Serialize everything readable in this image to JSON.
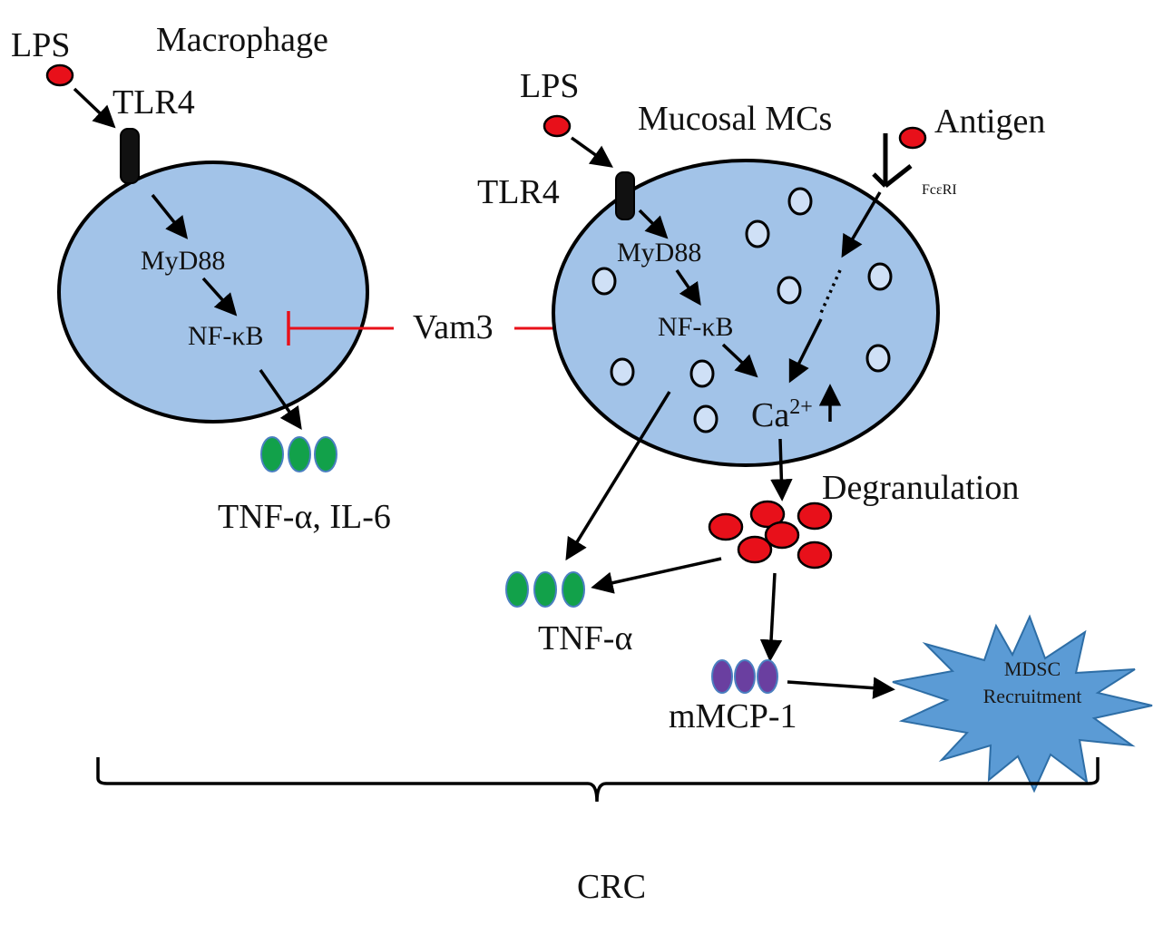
{
  "labels": {
    "lps_left": "LPS",
    "macrophage": "Macrophage",
    "tlr4_left": "TLR4",
    "myd88_left": "MyD88",
    "nfkb_left": "NF-κB",
    "cytokines_left": "TNF-α, IL-6",
    "vam3": "Vam3",
    "lps_right": "LPS",
    "mucosal_mcs": "Mucosal MCs",
    "antigen": "Antigen",
    "fceri": "FcεRI",
    "tlr4_right": "TLR4",
    "myd88_right": "MyD88",
    "nfkb_right": "NF-κB",
    "calcium": "Ca",
    "calcium_sup": "2+",
    "degranulation": "Degranulation",
    "tnf_right": "TNF-α",
    "mmcp1": "mMCP-1",
    "mdsc_line1": "MDSC",
    "mdsc_line2": "Recruitment",
    "crc": "CRC"
  },
  "colors": {
    "cell_fill": "#a2c3e8",
    "outline": "#000000",
    "lps": "#e8101a",
    "inhibition": "#e8101a",
    "cytokine_green": "#12a14a",
    "mmcp_purple": "#6a3fa0",
    "granule_fill": "#cfe0f6",
    "burst_fill": "#5b9bd5",
    "burst_stroke": "#2e6ea6"
  },
  "icons": {
    "receptor": "tlr4-receptor-icon",
    "fc_receptor": "fc-receptor-icon",
    "burst": "starburst-icon"
  }
}
